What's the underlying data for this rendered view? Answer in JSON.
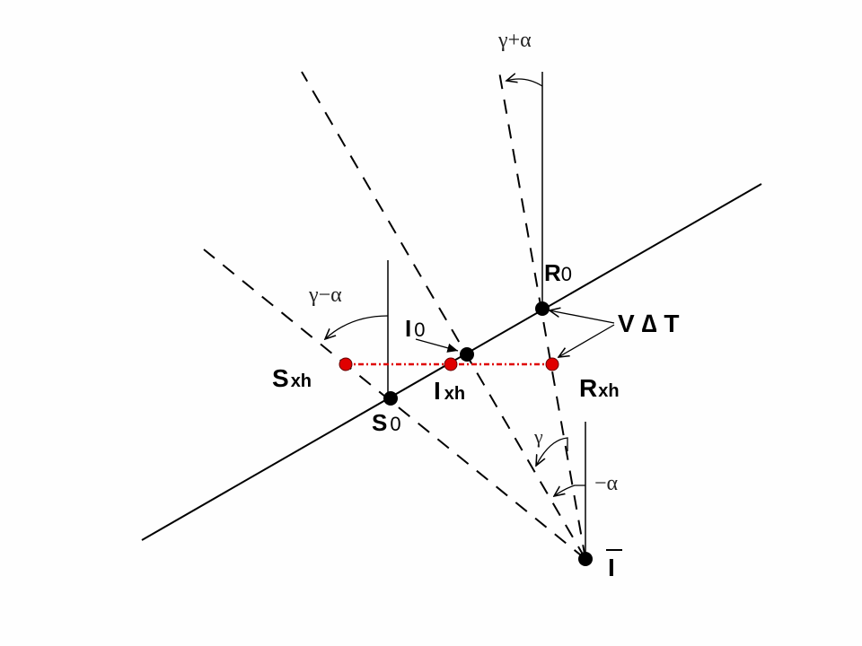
{
  "labels": {
    "gamma_plus_alpha": "γ+α",
    "gamma_minus_alpha": "γ−α",
    "gamma": "γ",
    "minus_alpha": "−α",
    "R0": {
      "main": "R",
      "sub": "0"
    },
    "I0": {
      "main": "I",
      "sub": "0"
    },
    "S0": {
      "main": "S",
      "sub": "0"
    },
    "Sxh": {
      "main": "S",
      "sub": "xh"
    },
    "Ixh": {
      "main": "I",
      "sub": "xh"
    },
    "Rxh": {
      "main": "R",
      "sub": "xh"
    },
    "I_bar": "I",
    "v_delta_t": "V ∆ T"
  },
  "colors": {
    "line": "#000000",
    "highlight": "#e00000"
  }
}
